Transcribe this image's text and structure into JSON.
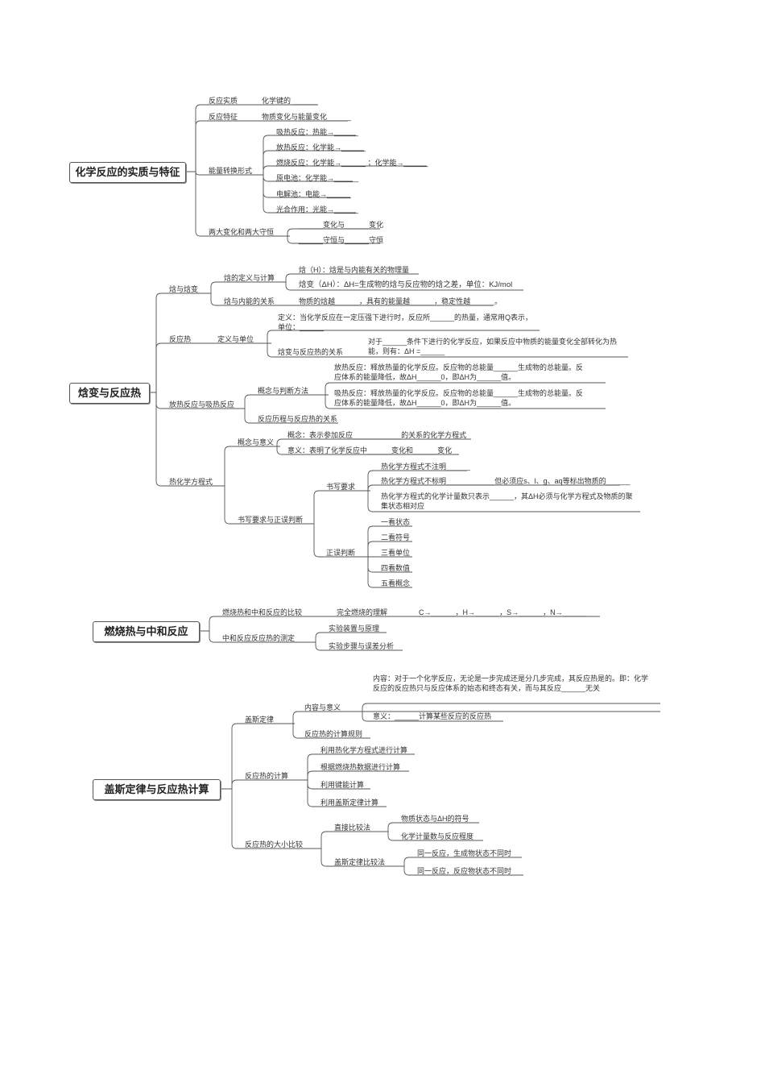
{
  "sections": [
    {
      "root": "化学反应的实质与特征",
      "items": [
        "反应实质",
        "化学键的 ______",
        "反应特征",
        "物质变化与能量变化______",
        "能量转换形式",
        "吸热反应：热能→______",
        "放热反应：化学能→______",
        "燃烧反应：化学能→______ ；化学能→______",
        "原电池：化学能→______",
        "电解池：电能→______",
        "光合作用：光能→______",
        "两大变化和两大守恒",
        "______变化与______变化",
        "______守恒与______守恒"
      ]
    },
    {
      "root": "焓变与反应热",
      "items": [
        "焓与焓变",
        "焓的定义与计算",
        "焓（H）：焓是与内能有关的物理量",
        "焓变（ΔH）：ΔH=生成物的焓与反应物的焓之差，单位：KJ/mol",
        "焓与内能的关系",
        "物质的焓越______，具有的能量越______，稳定性越______。",
        "反应热",
        "定义与单位",
        "定义：当化学反应在一定压强下进行时，反应所______的热量，通常用Q表示，单位：______",
        "焓变与反应热的关系",
        "对于______条件下进行的化学反应，如果反应中物质的能量变化全部转化为热能，则有：ΔH =______",
        "放热反应与吸热反应",
        "概念与判断方法",
        "放热反应：释放热量的化学反应。反应物的总能量______生成物的总能量。反应体系的能量降低，故ΔH______0，即ΔH为______值。",
        "吸热反应：释放热量的化学反应。反应物的总能量______生成物的总能量。反应体系的能量降低，故ΔH______0，即ΔH为______值。",
        "反应历程与反应热的关系",
        "热化学方程式",
        "概念与意义",
        "概念：表示参加反应____________的关系的化学方程式",
        "意义：表明了化学反应中______变化和______变化",
        "书写要求与正误判断",
        "书写要求",
        "热化学方程式不注明______",
        "热化学方程式不标明____________但必须应s、l、g、aq等标出物质的______",
        "热化学方程式的化学计量数只表示______，其ΔH必须与化学方程式及物质的聚集状态相对应",
        "正误判断",
        "一看状态",
        "二看符号",
        "三看单位",
        "四看数值",
        "五看概念"
      ]
    },
    {
      "root": "燃烧热与中和反应",
      "items": [
        "燃烧热和中和反应的比较",
        "完全燃烧的理解",
        "C→______，H→______，S→______，N→______",
        "中和反应反应热的测定",
        "实验装置与原理",
        "实验步骤与误差分析"
      ]
    },
    {
      "root": "盖斯定律与反应热计算",
      "items": [
        "盖斯定律",
        "内容与意义",
        "内容：对于一个化学反应，无论是一步完成还是分几步完成，其反应热是的。即：化学反应的反应热只与反应体系的始态和终态有关，而与其反应______无关",
        "意义：______计算某些反应的反应热",
        "反应热的计算规则",
        "反应热的计算",
        "利用热化学方程式进行计算",
        "根据燃烧热数据进行计算",
        "利用键能计算",
        "利用盖斯定律计算",
        "反应热的大小比较",
        "直接比较法",
        "物质状态与ΔH的符号",
        "化学计量数与反应程度",
        "盖斯定律比较法",
        "同一反应，生成物状态不同时",
        "同一反应，反应物状态不同时"
      ]
    }
  ]
}
